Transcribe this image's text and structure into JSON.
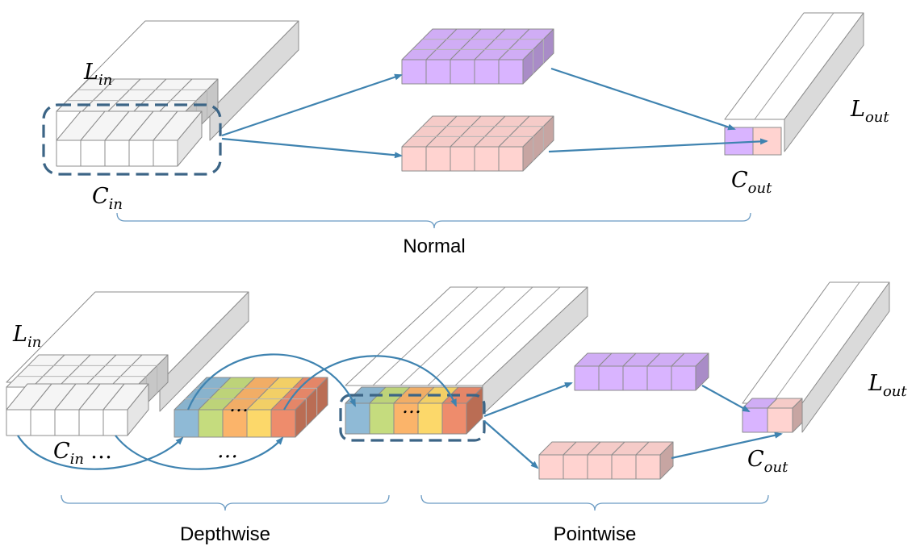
{
  "labels": {
    "normal": {
      "lin": "L",
      "lin_sub": "in",
      "cin": "C",
      "cin_sub": "in",
      "cout": "C",
      "cout_sub": "out",
      "lout": "L",
      "lout_sub": "out"
    },
    "depthwise": {
      "lin": "L",
      "lin_sub": "in",
      "cin": "C",
      "cin_sub": "in",
      "cin_dots": "…",
      "mid_dots": "…",
      "bottom_dots": "…"
    },
    "pointwise": {
      "lout": "L",
      "lout_sub": "out",
      "cout": "C",
      "cout_sub": "out",
      "dots": "…"
    }
  },
  "captions": {
    "normal": "Normal",
    "depthwise": "Depthwise",
    "pointwise": "Pointwise"
  },
  "colors": {
    "white": "#ffffff",
    "purple": "#d9b4ff",
    "pink": "#ffd3d0",
    "blue": "#8fbad6",
    "green": "#c5dc7e",
    "orange": "#fbb46a",
    "yellow": "#fcd86a",
    "red": "#ee8c6c",
    "arrow": "#3f83b0",
    "dash": "#3c6586",
    "brace": "#6b9bc3"
  },
  "channel_palette": [
    "blue",
    "green",
    "orange",
    "yellow",
    "red"
  ]
}
